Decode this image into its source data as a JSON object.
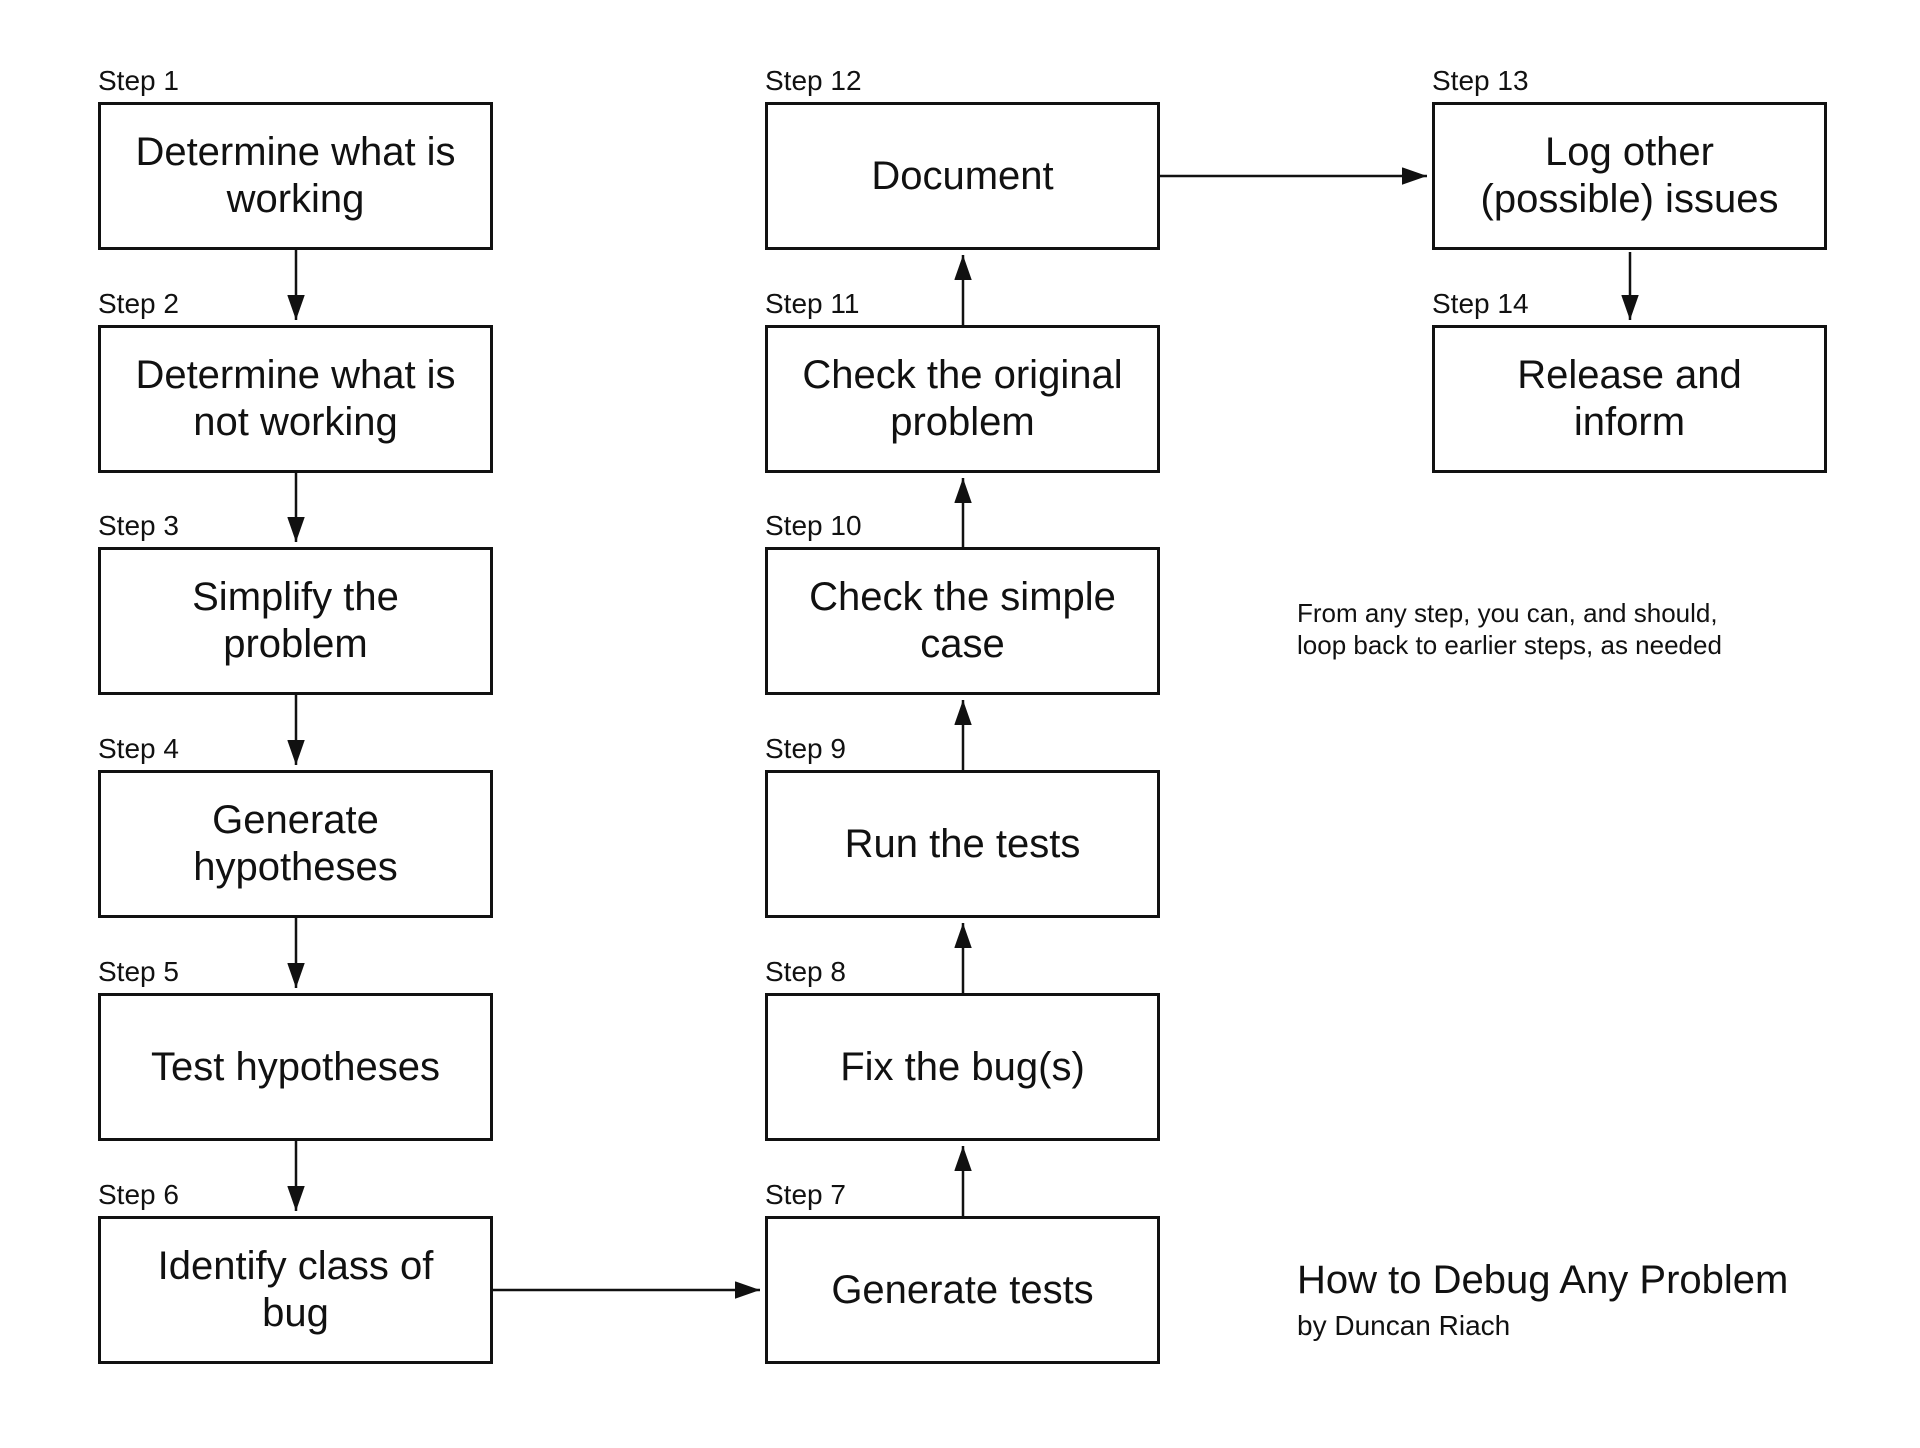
{
  "page": {
    "background": "#ffffff",
    "ink": "#111111"
  },
  "title_block": {
    "title": "How to Debug Any Problem",
    "byline": "by Duncan Riach"
  },
  "note": "From any step, you can, and should,\nloop back to earlier steps, as needed",
  "steps": [
    {
      "label": "Step 1",
      "title": "Determine what is\nworking"
    },
    {
      "label": "Step 2",
      "title": "Determine what is\nnot working"
    },
    {
      "label": "Step 3",
      "title": "Simplify the\nproblem"
    },
    {
      "label": "Step 4",
      "title": "Generate\nhypotheses"
    },
    {
      "label": "Step 5",
      "title": "Test hypotheses"
    },
    {
      "label": "Step 6",
      "title": "Identify class of\nbug"
    },
    {
      "label": "Step 7",
      "title": "Generate tests"
    },
    {
      "label": "Step 8",
      "title": "Fix the bug(s)"
    },
    {
      "label": "Step 9",
      "title": "Run the tests"
    },
    {
      "label": "Step 10",
      "title": "Check the simple\ncase"
    },
    {
      "label": "Step 11",
      "title": "Check the original\nproblem"
    },
    {
      "label": "Step 12",
      "title": "Document"
    },
    {
      "label": "Step 13",
      "title": "Log other\n(possible) issues"
    },
    {
      "label": "Step 14",
      "title": "Release and\ninform"
    }
  ],
  "flow": {
    "connections": [
      "step-1 to step-2",
      "step-2 to step-3",
      "step-3 to step-4",
      "step-4 to step-5",
      "step-5 to step-6",
      "step-6 to step-7",
      "step-7 to step-8",
      "step-8 to step-9",
      "step-9 to step-10",
      "step-10 to step-11",
      "step-11 to step-12",
      "step-12 to step-13",
      "step-13 to step-14"
    ]
  }
}
